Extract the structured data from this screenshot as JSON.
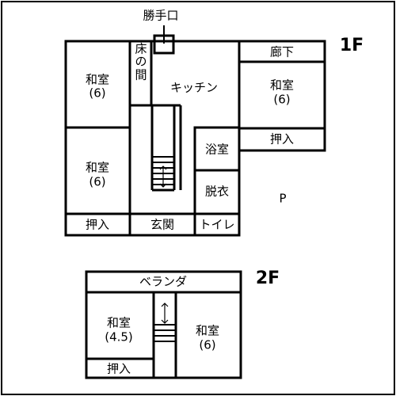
{
  "floor1": {
    "label": "1F",
    "rooms": {
      "washitsu_nw": {
        "name": "和室",
        "size": "(6)"
      },
      "tokonoma": {
        "chars": [
          "床",
          "の",
          "間"
        ]
      },
      "kitchen": "キッチン",
      "washitsu_ne": {
        "name": "和室",
        "size": "(6)"
      },
      "corridor": "廊下",
      "oshiire_east": "押入",
      "bath": "浴室",
      "dressing": "脱衣",
      "washitsu_sw": {
        "name": "和室",
        "size": "(6)"
      },
      "oshiire_south": "押入",
      "entrance": "玄関",
      "toilet": "トイレ",
      "parking": "P",
      "back_door": "勝手口"
    }
  },
  "floor2": {
    "label": "2F",
    "rooms": {
      "veranda": "ベランダ",
      "washitsu_w": {
        "name": "和室",
        "size": "(4.5)"
      },
      "oshiire": "押入",
      "washitsu_e": {
        "name": "和室",
        "size": "(6)"
      }
    }
  }
}
